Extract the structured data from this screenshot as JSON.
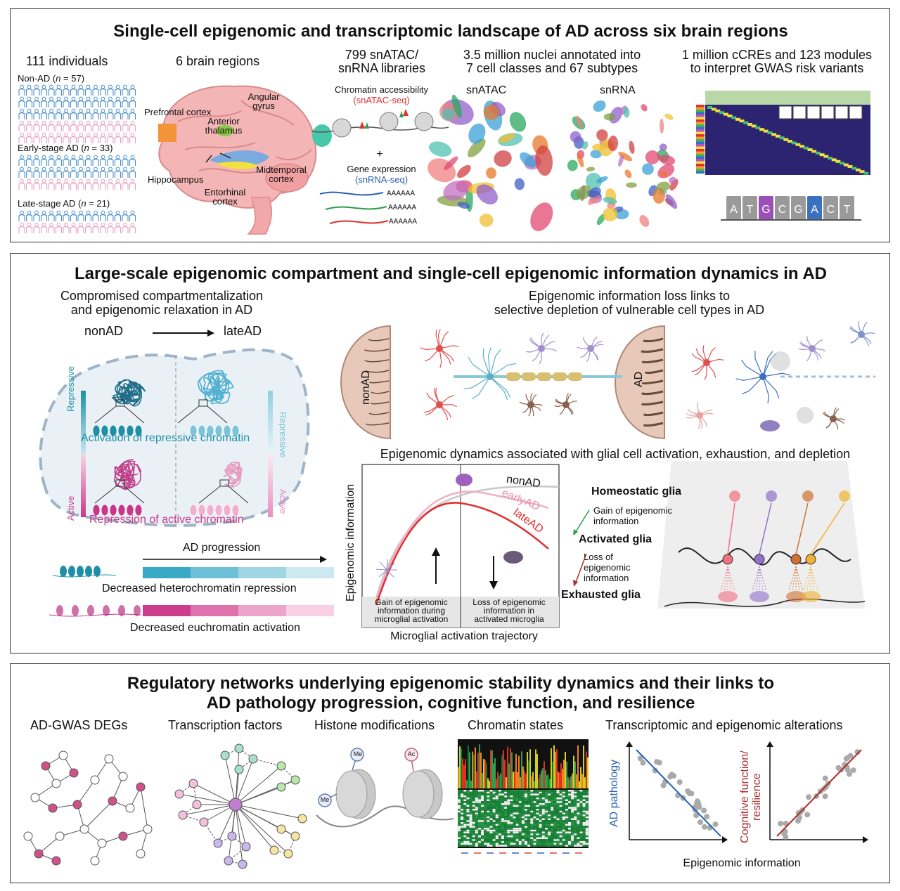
{
  "colors": {
    "nonad": "#4a90c8",
    "ad": "#e8a0c0",
    "repressive": "#1f8fa8",
    "active": "#c8388a",
    "red": "#e03030",
    "blue": "#2a62b0",
    "green": "#2a9d4a",
    "purple": "#8a5cc0"
  },
  "panel1": {
    "title": "Single-cell epigenomic and transcriptomic landscape of AD across six brain regions",
    "individuals": {
      "heading": "111 individuals",
      "groups": [
        {
          "label": "Non-AD (",
          "n": "n",
          "count": " = 57)"
        },
        {
          "label": "Early-stage AD (",
          "n": "n",
          "count": " = 33)"
        },
        {
          "label": "Late-stage AD (",
          "n": "n",
          "count": " = 21)"
        }
      ]
    },
    "brain": {
      "heading": "6 brain regions",
      "regions": [
        "Prefrontal cortex",
        "Anterior thalamus",
        "Angular gyrus",
        "Hippocampus",
        "Midtemporal cortex",
        "Entorhinal cortex"
      ]
    },
    "libraries": {
      "heading": [
        "799 snATAC/",
        "snRNA libraries"
      ],
      "chromatin": "Chromatin accessibility",
      "snatac": "(snATAC-seq)",
      "plus": "+",
      "gene": "Gene expression",
      "snrna": "(snRNA-seq)",
      "polya": "AAAAAA"
    },
    "nuclei": {
      "heading": [
        "3.5 million nuclei annotated into",
        "7 cell classes and 67 subtypes"
      ],
      "left": "snATAC",
      "right": "snRNA"
    },
    "ccres": {
      "heading": [
        "1 million cCREs and 123 modules",
        "to interpret GWAS risk variants"
      ],
      "sequence": [
        "A",
        "T",
        "G",
        "C",
        "G",
        "A",
        "C",
        "T"
      ]
    }
  },
  "panel2": {
    "title": "Large-scale epigenomic compartment and single-cell epigenomic information dynamics in AD",
    "left": {
      "heading": [
        "Compromised compartmentalization",
        "and epigenomic relaxation in AD"
      ],
      "from": "nonAD",
      "to": "lateAD",
      "repressive": "Repressive",
      "active": "Active",
      "activation": "Activation of repressive chromatin",
      "repression": "Repression of active chromatin",
      "progression": "AD progression",
      "hetero": "Decreased heterochromatin repression",
      "eu": "Decreased euchromatin activation"
    },
    "right": {
      "heading": [
        "Epigenomic information loss links to",
        "selective depletion of vulnerable cell types in AD"
      ],
      "nonad": "nonAD",
      "ad": "AD"
    },
    "glia_title": "Epigenomic dynamics associated with glial cell activation, exhaustion, and depletion",
    "plot": {
      "ylabel": "Epigenomic information",
      "xlabel": "Microglial activation trajectory",
      "series": [
        "nonAD",
        "earlyAD",
        "lateAD"
      ],
      "gain": [
        "Gain of epigenomic",
        "information during",
        "microglial activation"
      ],
      "loss": [
        "Loss of epigenomic",
        "information in",
        "activated microglia"
      ]
    },
    "landscape": {
      "homeostatic": "Homeostatic glia",
      "gain": [
        "Gain of epigenomic",
        "information"
      ],
      "activated": "Activated glia",
      "loss": [
        "Loss of",
        "epigenomic",
        "information"
      ],
      "exhausted": "Exhausted glia"
    }
  },
  "panel3": {
    "title": [
      "Regulatory networks underlying epigenomic stability dynamics and their links to",
      "AD pathology progression, cognitive function, and resilience"
    ],
    "labels": [
      "AD-GWAS DEGs",
      "Transcription factors",
      "Histone modifications",
      "Chromatin states",
      "Transcriptomic and epigenomic alterations"
    ],
    "histone": {
      "me": "Me",
      "ac": "Ac"
    },
    "scatter_left_y": "AD pathology",
    "scatter_right_y": [
      "Cognitive function/",
      "resilience"
    ],
    "scatter_x": "Epigenomic information"
  }
}
